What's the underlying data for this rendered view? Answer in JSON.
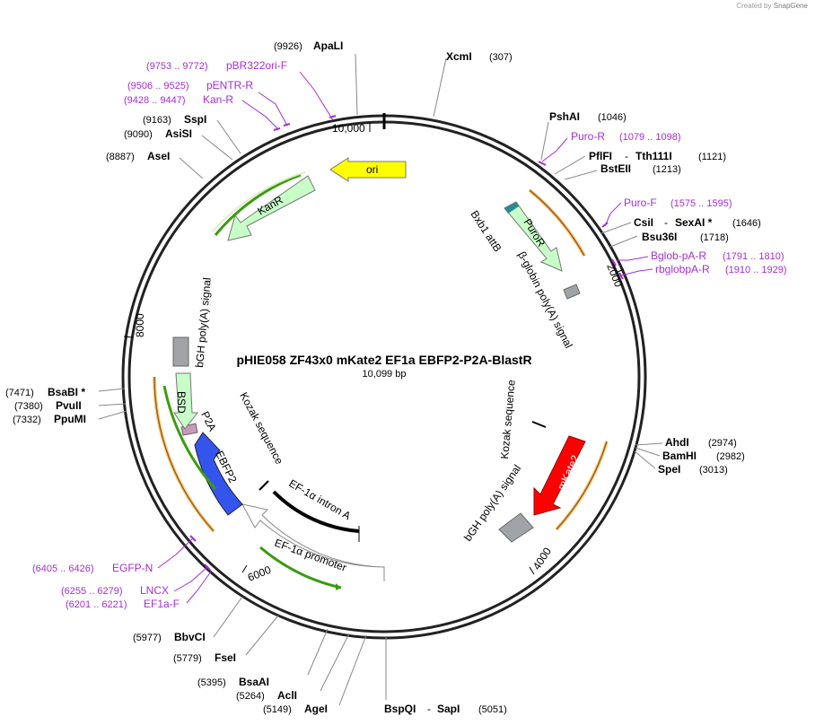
{
  "watermark": {
    "prefix": "Created by",
    "brand": "SnapGene"
  },
  "map": {
    "title": "pHIE058 ZF43x0 mKate2 EF1a EBFP2-P2A-BlastR",
    "length_label": "10,099 bp"
  },
  "ticks": [
    "10,000",
    "2000",
    "4000",
    "6000",
    "8000"
  ],
  "sites_right": [
    {
      "name": "XcmI",
      "pos": "(307)"
    },
    {
      "name": "PshAI",
      "pos": "(1046)"
    },
    {
      "name": "PflFI",
      "extra": "Tth111I",
      "pos": "(1121)"
    },
    {
      "name": "BstEII",
      "pos": "(1213)"
    },
    {
      "name": "CsiI",
      "extra": "SexAI *",
      "pos": "(1646)"
    },
    {
      "name": "Bsu36I",
      "pos": "(1718)"
    },
    {
      "name": "AhdI",
      "pos": "(2974)"
    },
    {
      "name": "BamHI",
      "pos": "(2982)"
    },
    {
      "name": "SpeI",
      "pos": "(3013)"
    },
    {
      "name": "BspQI",
      "extra": "SapI",
      "pos": "(5051)"
    }
  ],
  "sites_left": [
    {
      "name": "ApaLI",
      "pos": "(9926)"
    },
    {
      "name": "SspI",
      "pos": "(9163)"
    },
    {
      "name": "AsiSI",
      "pos": "(9090)"
    },
    {
      "name": "AseI",
      "pos": "(8887)"
    },
    {
      "name": "BsaBI *",
      "pos": "(7471)"
    },
    {
      "name": "PvuII",
      "pos": "(7380)"
    },
    {
      "name": "PpuMI",
      "pos": "(7332)"
    },
    {
      "name": "BbvCI",
      "pos": "(5977)"
    },
    {
      "name": "FseI",
      "pos": "(5779)"
    },
    {
      "name": "BsaAI",
      "pos": "(5395)"
    },
    {
      "name": "AclI",
      "pos": "(5264)"
    },
    {
      "name": "AgeI",
      "pos": "(5149)"
    }
  ],
  "primers_right": [
    {
      "name": "Puro-R",
      "pos": "(1079 .. 1098)"
    },
    {
      "name": "Puro-F",
      "pos": "(1575 .. 1595)"
    },
    {
      "name": "Bglob-pA-R",
      "pos": "(1791 .. 1810)"
    },
    {
      "name": "rbglobpA-R",
      "pos": "(1910 .. 1929)"
    }
  ],
  "primers_left": [
    {
      "name": "pBR322ori-F",
      "pos": "(9753 .. 9772)"
    },
    {
      "name": "pENTR-R",
      "pos": "(9506 .. 9525)"
    },
    {
      "name": "Kan-R",
      "pos": "(9428 .. 9447)"
    },
    {
      "name": "EGFP-N",
      "pos": "(6405 .. 6426)"
    },
    {
      "name": "LNCX",
      "pos": "(6255 .. 6279)"
    },
    {
      "name": "EF1a-F",
      "pos": "(6201 .. 6221)"
    }
  ],
  "features": {
    "ori": "ori",
    "kanr": "KanR",
    "puror": "PuroR",
    "bxb1": "Bxb1  attB",
    "bglobin": "β-globin poly(A) signal",
    "kozak_right": "Kozak sequence",
    "mkate2": "mKate2",
    "bgh_right": "bGH poly(A) signal",
    "ef1a_promoter": "EF-1α promoter",
    "ef1a_intron": "EF-1α intron A",
    "kozak_left": "Kozak sequence",
    "ebfp2": "EBFP2",
    "p2a": "P2A",
    "bsd": "BSD",
    "bgh_left": "bGH poly(A) signal"
  },
  "colors": {
    "ori": "#ffff00",
    "kanr": "#c8ffc8",
    "puror": "#c8ffc8",
    "mkate2": "#ff0000",
    "ebfp2": "#3355ee",
    "bsd": "#c8ffc8",
    "p2a": "#c79ab8",
    "polyA": "#a0a4a8",
    "promoter": "#ffffff",
    "primer": "#a32ed6",
    "orf_orange": "#f0a020",
    "orf_green": "#3c9a10"
  }
}
